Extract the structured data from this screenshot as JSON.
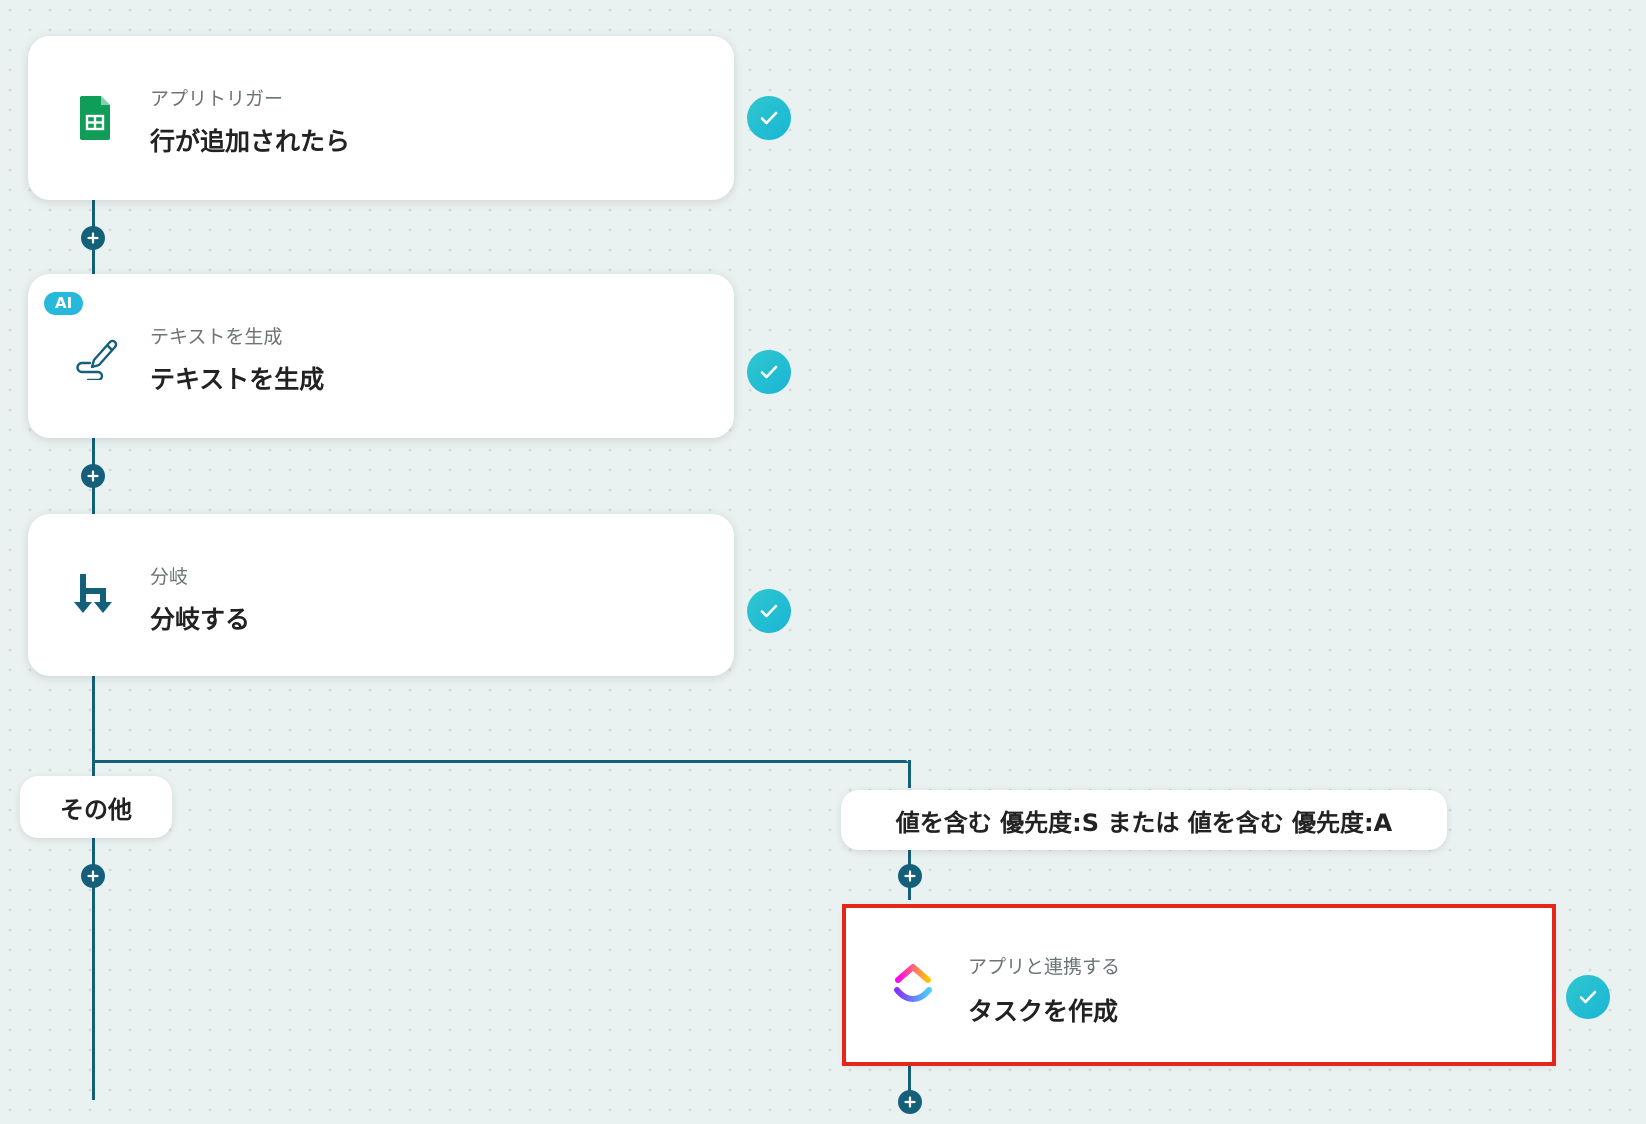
{
  "steps": [
    {
      "subtitle": "アプリトリガー",
      "title": "行が追加されたら",
      "icon": "google-sheets-icon"
    },
    {
      "subtitle": "テキストを生成",
      "title": "テキストを生成",
      "icon": "pen-write-icon",
      "badge": "AI"
    },
    {
      "subtitle": "分岐",
      "title": "分岐する",
      "icon": "branch-icon"
    }
  ],
  "branches": {
    "other_label": "その他",
    "condition_label": "値を含む 優先度:S または 値を含む 優先度:A"
  },
  "branch_step": {
    "subtitle": "アプリと連携する",
    "title": "タスクを作成",
    "icon": "clickup-icon",
    "selected": true
  },
  "colors": {
    "connector": "#14607a",
    "check": "#1ebcd6",
    "highlight": "#e3271b",
    "sheets_green": "#0f9d58"
  }
}
